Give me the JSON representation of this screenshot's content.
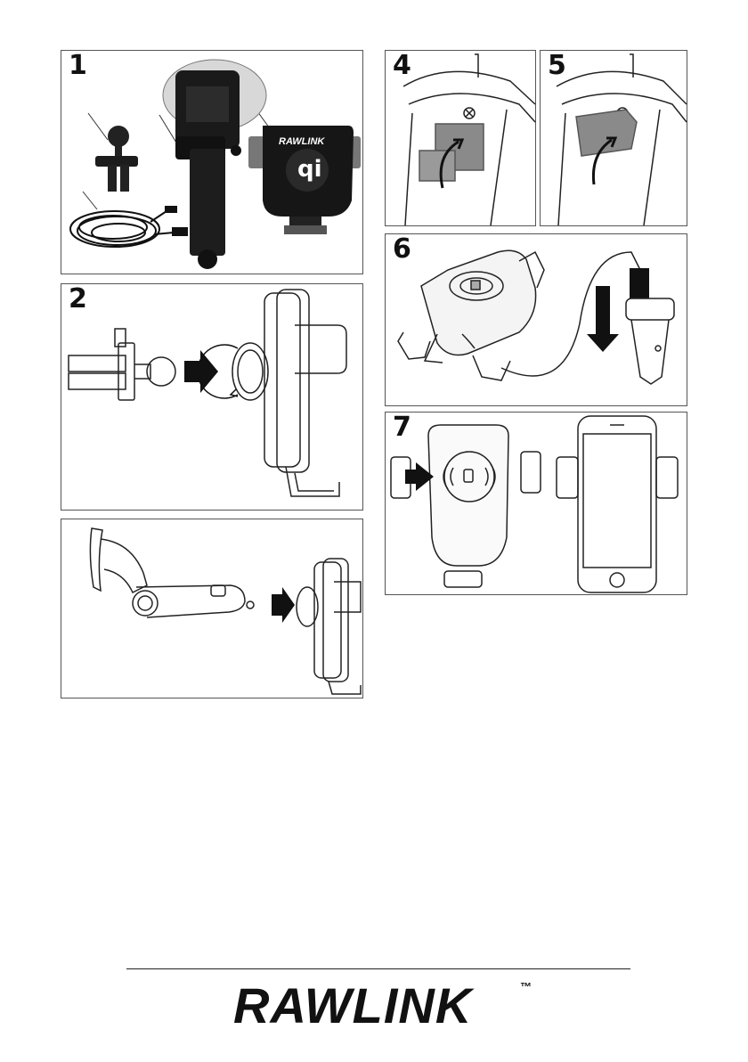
{
  "steps": {
    "s1": "1",
    "s2": "2",
    "s4": "4",
    "s5": "5",
    "s6": "6",
    "s7": "7"
  },
  "product": {
    "brand_on_device": "RAWLINK",
    "charging_logo": "qi"
  },
  "footer": {
    "brand": "RAWLINK",
    "trademark": "™"
  },
  "colors": {
    "ink": "#111111",
    "device_dark": "#1c1c1c",
    "device_gray": "#8a8a8a",
    "panel_border": "#555555"
  }
}
